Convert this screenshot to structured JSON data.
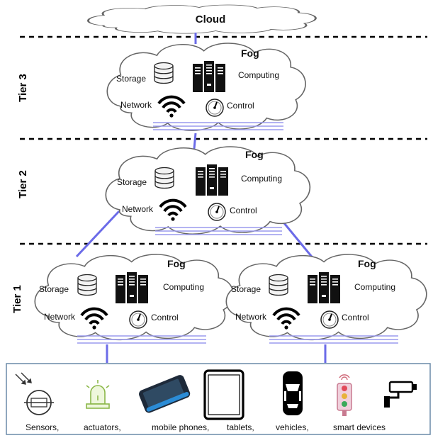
{
  "cloud": {
    "label": "Cloud"
  },
  "tiers": [
    {
      "label": "Tier 3"
    },
    {
      "label": "Tier 2"
    },
    {
      "label": "Tier 1"
    }
  ],
  "fog_nodes": [
    {
      "title": "Fog",
      "storage": "Storage",
      "computing": "Computing",
      "network": "Network",
      "control": "Control"
    },
    {
      "title": "Fog",
      "storage": "Storage",
      "computing": "Computing",
      "network": "Network",
      "control": "Control"
    },
    {
      "title": "Fog",
      "storage": "Storage",
      "computing": "Computing",
      "network": "Network",
      "control": "Control"
    },
    {
      "title": "Fog",
      "storage": "Storage",
      "computing": "Computing",
      "network": "Network",
      "control": "Control"
    }
  ],
  "devices": {
    "labels": [
      "Sensors,",
      "actuators,",
      "mobile phones,",
      "tablets,",
      "vehicles,",
      "smart devices"
    ],
    "icons": [
      "sensor-icon",
      "actuator-icon",
      "mobile-phone-icon",
      "tablet-icon",
      "vehicle-icon",
      "traffic-light-icon",
      "camera-icon"
    ]
  },
  "colors": {
    "link": "#6b6be8",
    "device_box_border": "#6a8aa8",
    "cloud_outline": "#666666"
  }
}
